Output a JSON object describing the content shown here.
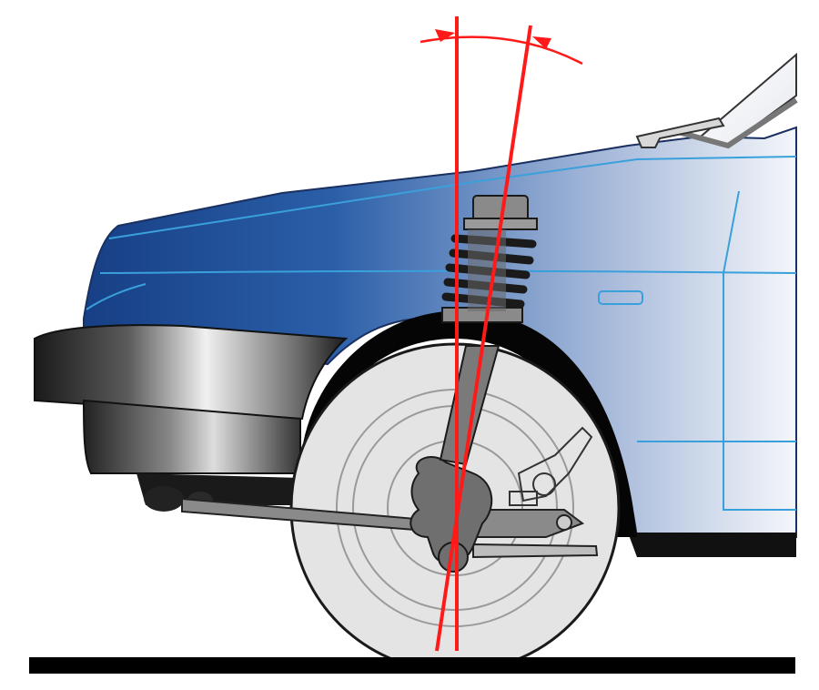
{
  "colors": {
    "background": "#ffffff",
    "body_dark": "#1f4f98",
    "body_light": "#f2f4f8",
    "body_line": "#3aa0dc",
    "bumper_dark": "#1e1e1e",
    "wheel_fill": "#e4e4e4",
    "suspension": "#6f6f6f",
    "axis_red": "#ff1a1a",
    "ground": "#000000"
  },
  "diagram": {
    "subject": "front-suspension-caster-angle",
    "icons": [
      "car-body",
      "bumper",
      "front-wheel",
      "strut-spring",
      "steering-knuckle",
      "control-arm",
      "caster-angle-arc",
      "ground-line"
    ]
  }
}
